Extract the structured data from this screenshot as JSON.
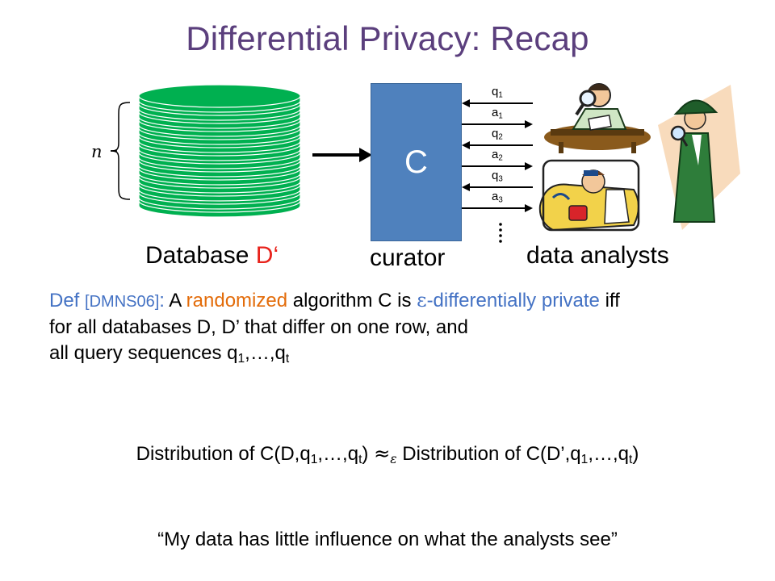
{
  "title": "Differential Privacy: Recap",
  "database": {
    "label": "Database",
    "label_suffix": "D‘",
    "n_label": "n"
  },
  "curator": {
    "box_label": "C",
    "label": "curator"
  },
  "exchanges": [
    {
      "dir": "left",
      "base": "q",
      "sub": "1"
    },
    {
      "dir": "right",
      "base": "a",
      "sub": "1"
    },
    {
      "dir": "left",
      "base": "q",
      "sub": "2"
    },
    {
      "dir": "right",
      "base": "a",
      "sub": "2"
    },
    {
      "dir": "left",
      "base": "q",
      "sub": "3"
    },
    {
      "dir": "right",
      "base": "a",
      "sub": "3"
    }
  ],
  "analysts_label": "data analysts",
  "definition": {
    "def_word": "Def",
    "cite": "[DMNS06]",
    "colon": ":",
    "t1": "A",
    "randomized": "randomized",
    "t2": "algorithm C is",
    "epsilon": "ε",
    "dp": "-differentially private",
    "iff": "iff",
    "line2": "for all databases D, D’ that differ on one row, and",
    "line3a": "all query sequences q",
    "line3_sub1": "1",
    "line3b": ",…,q",
    "line3_sub2": "t"
  },
  "equation": {
    "l1": "Distribution of C(D,q",
    "s1": "1",
    "l2": ",…,q",
    "s2": "t",
    "l3": ")",
    "approx": "≈",
    "eps": "ε",
    "r1": "Distribution of C(D’,q",
    "s3": "1",
    "r2": ",…,q",
    "s4": "t",
    "r3": ")"
  },
  "quote": "“My data has little influence on what the analysts see”",
  "colors": {
    "title": "#5b3f7d",
    "curator_box": "#4f81bd",
    "disk": "#00b050",
    "accent_red": "#e8221b",
    "accent_orange": "#e36c0a",
    "accent_blue": "#4472c4"
  }
}
